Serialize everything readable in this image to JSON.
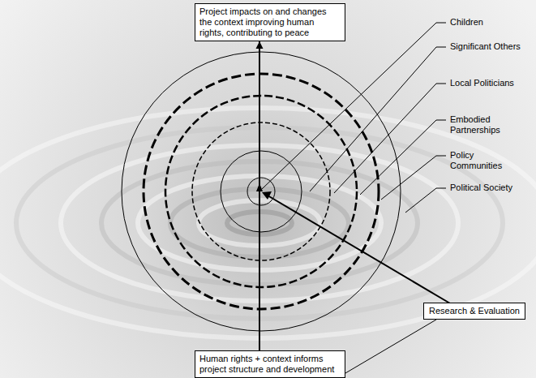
{
  "diagram": {
    "nodes": [
      {
        "text": [
          "Project impacts on and changes the context improving human rights, contributing to peace"
        ]
      },
      {
        "text": [
          "Research & Evaluation"
        ]
      },
      {
        "text": [
          "Human rights + context informs project structure and development"
        ]
      }
    ],
    "edges": [
      {
        "from": 2,
        "to": 0,
        "arrow": "to"
      },
      {
        "from": 1,
        "to": 2,
        "arrow": "none"
      }
    ],
    "labels": [
      "Children",
      "Significant Others",
      "Local Politicians",
      "Embodied Partnerships",
      "Policy Communities",
      "Political Society"
    ]
  }
}
